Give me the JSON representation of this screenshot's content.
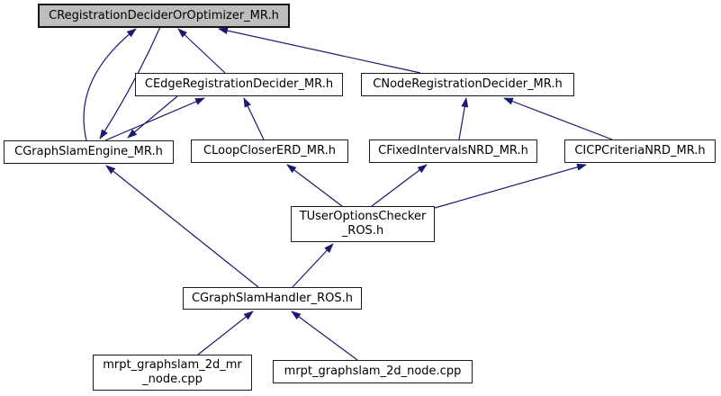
{
  "diagram": {
    "type": "include-dependency-graph",
    "colors": {
      "edge": "#191970",
      "root_fill": "#bebebe",
      "node_fill": "#ffffff",
      "border": "#1c1c1c",
      "text": "#000000",
      "background": "#ffffff"
    },
    "nodes": [
      {
        "id": "CRegistrationDeciderOrOptimizer_MR",
        "label": "CRegistrationDeciderOrOptimizer_MR.h",
        "is_root": true
      },
      {
        "id": "CEdgeRegistrationDecider_MR",
        "label": "CEdgeRegistrationDecider_MR.h"
      },
      {
        "id": "CNodeRegistrationDecider_MR",
        "label": "CNodeRegistrationDecider_MR.h"
      },
      {
        "id": "CGraphSlamEngine_MR",
        "label": "CGraphSlamEngine_MR.h"
      },
      {
        "id": "CLoopCloserERD_MR",
        "label": "CLoopCloserERD_MR.h"
      },
      {
        "id": "CFixedIntervalsNRD_MR",
        "label": "CFixedIntervalsNRD_MR.h"
      },
      {
        "id": "CICPCriteriaNRD_MR",
        "label": "CICPCriteriaNRD_MR.h"
      },
      {
        "id": "TUserOptionsChecker_ROS",
        "label": "TUserOptionsChecker\n_ROS.h"
      },
      {
        "id": "CGraphSlamHandler_ROS",
        "label": "CGraphSlamHandler_ROS.h"
      },
      {
        "id": "mrpt_graphslam_2d_mr_node",
        "label": "mrpt_graphslam_2d_mr\n_node.cpp"
      },
      {
        "id": "mrpt_graphslam_2d_node",
        "label": "mrpt_graphslam_2d_node.cpp"
      }
    ],
    "edges": [
      {
        "from": "CGraphSlamEngine_MR",
        "to": "CRegistrationDeciderOrOptimizer_MR"
      },
      {
        "from": "CRegistrationDeciderOrOptimizer_MR",
        "to": "CGraphSlamEngine_MR"
      },
      {
        "from": "CEdgeRegistrationDecider_MR",
        "to": "CRegistrationDeciderOrOptimizer_MR"
      },
      {
        "from": "CNodeRegistrationDecider_MR",
        "to": "CRegistrationDeciderOrOptimizer_MR"
      },
      {
        "from": "CGraphSlamEngine_MR",
        "to": "CEdgeRegistrationDecider_MR"
      },
      {
        "from": "CEdgeRegistrationDecider_MR",
        "to": "CGraphSlamEngine_MR"
      },
      {
        "from": "CLoopCloserERD_MR",
        "to": "CEdgeRegistrationDecider_MR"
      },
      {
        "from": "CFixedIntervalsNRD_MR",
        "to": "CNodeRegistrationDecider_MR"
      },
      {
        "from": "CICPCriteriaNRD_MR",
        "to": "CNodeRegistrationDecider_MR"
      },
      {
        "from": "TUserOptionsChecker_ROS",
        "to": "CLoopCloserERD_MR"
      },
      {
        "from": "TUserOptionsChecker_ROS",
        "to": "CFixedIntervalsNRD_MR"
      },
      {
        "from": "TUserOptionsChecker_ROS",
        "to": "CICPCriteriaNRD_MR"
      },
      {
        "from": "CGraphSlamHandler_ROS",
        "to": "CGraphSlamEngine_MR"
      },
      {
        "from": "CGraphSlamHandler_ROS",
        "to": "TUserOptionsChecker_ROS"
      },
      {
        "from": "mrpt_graphslam_2d_mr_node",
        "to": "CGraphSlamHandler_ROS"
      },
      {
        "from": "mrpt_graphslam_2d_node",
        "to": "CGraphSlamHandler_ROS"
      }
    ]
  }
}
